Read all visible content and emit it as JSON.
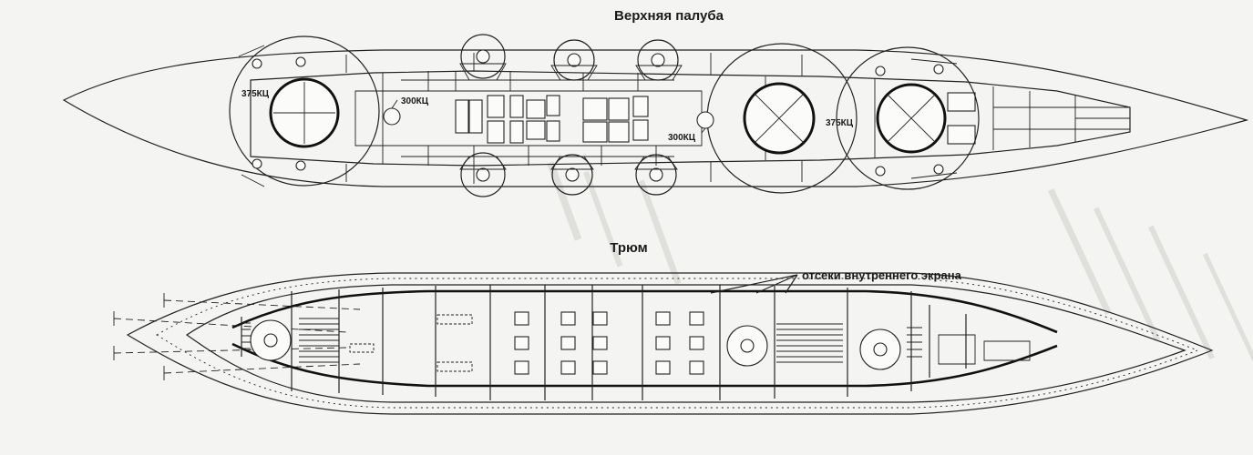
{
  "diagram": {
    "upper_deck_title": "Верхняя палуба",
    "hold_title": "Трюм",
    "turret_labels": [
      "375КЦ",
      "375КЦ"
    ],
    "barbette_labels": [
      "300КЦ",
      "300КЦ"
    ],
    "inner_screen_label": "отсеки внутреннего экрана"
  },
  "colors": {
    "paper": "#f4f4f2",
    "ink": "#222222"
  }
}
